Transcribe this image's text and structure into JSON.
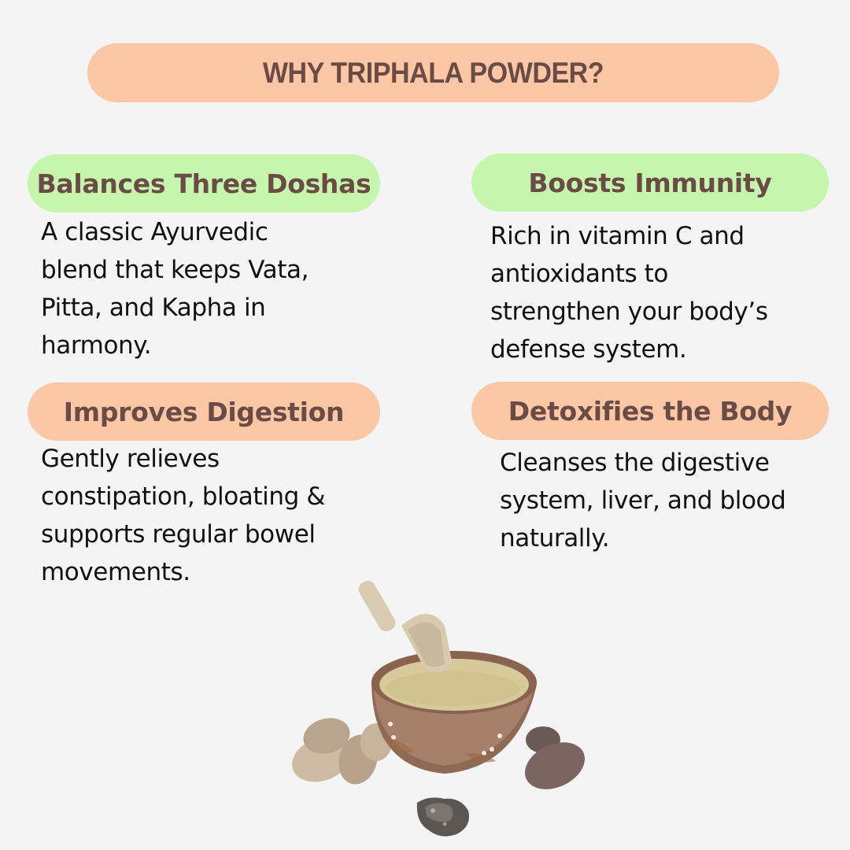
{
  "header": {
    "title": "WHY TRIPHALA POWDER?"
  },
  "colors": {
    "background": "#f4f4f4",
    "peach": "#fbc7a5",
    "green": "#c6f5ae",
    "heading_text": "#6b4b45",
    "body_text": "#111111"
  },
  "benefits": [
    {
      "title": "Balances Three Doshas",
      "description": "A classic Ayurvedic\nblend that keeps Vata,\nPitta, and Kapha in\nharmony.",
      "color": "green"
    },
    {
      "title": "Boosts Immunity",
      "description": "Rich in vitamin C and\nantioxidants to\nstrengthen your body’s\ndefense system.",
      "color": "green"
    },
    {
      "title": "Improves Digestion",
      "description": "Gently relieves\nconstipation, bloating &\nsupports regular bowel\nmovements.",
      "color": "peach"
    },
    {
      "title": "Detoxifies the Body",
      "description": "Cleanses the digestive\nsystem, liver, and blood\nnaturally.",
      "color": "peach"
    }
  ],
  "product_image": {
    "subject": "triphala-powder-bowl-with-scoop-and-fruits"
  }
}
